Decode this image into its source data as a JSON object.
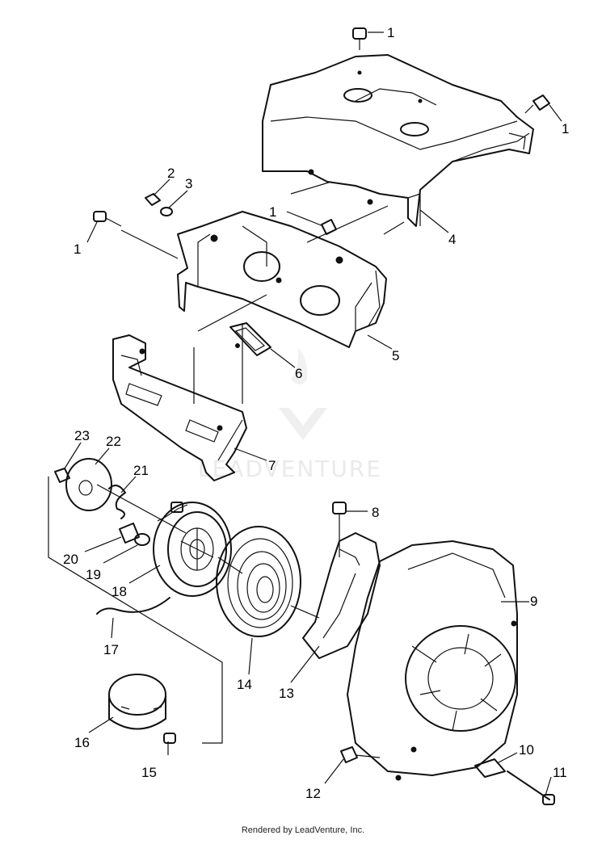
{
  "callouts": [
    "1",
    "1",
    "1",
    "1",
    "2",
    "3",
    "4",
    "5",
    "6",
    "7",
    "8",
    "9",
    "10",
    "11",
    "12",
    "13",
    "14",
    "15",
    "16",
    "17",
    "18",
    "19",
    "20",
    "21",
    "22",
    "23"
  ],
  "watermark": "LEADVENTURE",
  "footer": "Rendered by LeadVenture, Inc."
}
